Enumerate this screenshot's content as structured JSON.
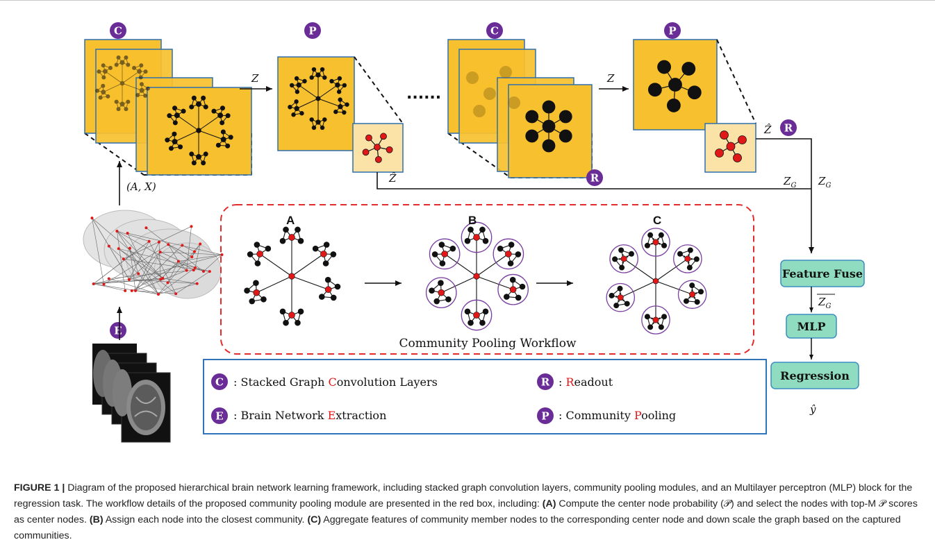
{
  "badges": {
    "C": "C",
    "P": "P",
    "R": "R",
    "E": "E"
  },
  "labels": {
    "z": "Z",
    "zhat": "Ẑ",
    "ax": "(A, X)",
    "zg": "Z",
    "zg_sub": "G",
    "ellipsis": "......",
    "yhat": "ŷ"
  },
  "workflow": {
    "title": "Community Pooling Workflow",
    "stage_a": "A",
    "stage_b": "B",
    "stage_c": "C"
  },
  "blocks": {
    "feature_fuse": "Feature Fuse",
    "mlp": "MLP",
    "regression": "Regression"
  },
  "legend": {
    "c_pre": ": Stacked Graph ",
    "c_hl": "C",
    "c_post": "onvolution Layers",
    "e_pre": ": Brain Network ",
    "e_hl": "E",
    "e_post": "xtraction",
    "r_pre": ": ",
    "r_hl": "R",
    "r_post": "eadout",
    "p_pre": ": Community ",
    "p_hl": "P",
    "p_post": "ooling"
  },
  "caption": {
    "label": "FIGURE 1 |",
    "t1": " Diagram of the proposed hierarchical brain network learning framework, including stacked graph convolution layers, community pooling modules, and an Multilayer perceptron (MLP) block for the regression task. The workflow details of the proposed community pooling module are presented in the red box, including: ",
    "a": "(A)",
    "t2": " Compute the center node probability (𝒫) and select the nodes with top-M 𝒫 scores as center nodes. ",
    "b": "(B)",
    "t3": " Assign each node into the closest community. ",
    "c": "(C)",
    "t4": " Aggregate features of community member nodes to the corresponding center node and down scale the graph based on the captured communities."
  },
  "colors": {
    "panel": "#f7c02e",
    "panel_light": "#fbe2a6",
    "badge": "#6a2c96",
    "node_red": "#e11818",
    "block": "#8fdcc0",
    "block_border": "#3b8ec0",
    "dash_red": "#e32b2b",
    "legend_border": "#2f74bb",
    "legend_red": "#e11818"
  }
}
